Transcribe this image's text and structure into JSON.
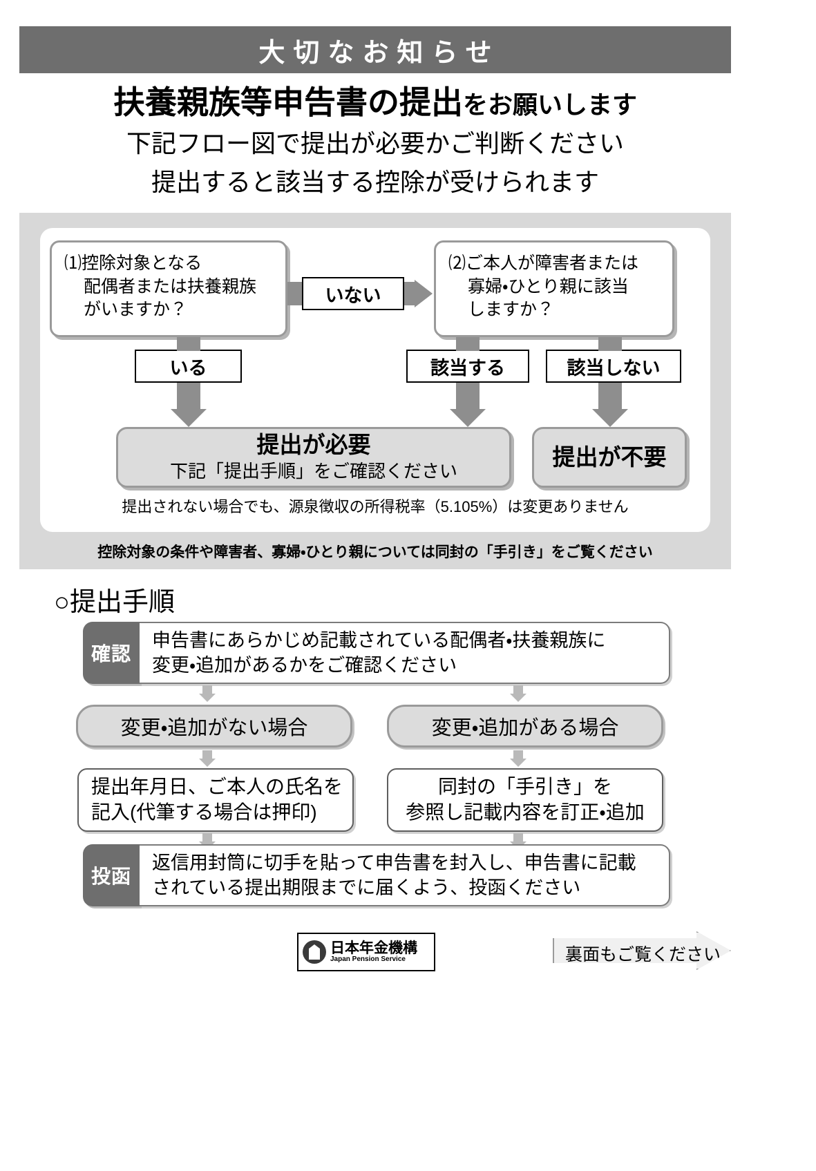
{
  "banner": {
    "text": "大切なお知らせ"
  },
  "title": {
    "main_strong": "扶養親族等申告書の提出",
    "main_tail": "をお願いします",
    "sub1": "下記フロー図で提出が必要かご判断ください",
    "sub2": "提出すると該当する控除が受けられます"
  },
  "flow": {
    "q1_line1": "⑴控除対象となる",
    "q1_line2": "配偶者または扶養親族",
    "q1_line3": "がいますか？",
    "q2_line1": "⑵ご本人が障害者または",
    "q2_line2": "寡婦・ひとり親に該当",
    "q2_line3": "しますか？",
    "label_inai": "いない",
    "label_iru": "いる",
    "label_gaito_suru": "該当する",
    "label_gaito_shinai": "該当しない",
    "result_need_title": "提出が必要",
    "result_need_sub": "下記「提出手順」をご確認ください",
    "result_not_need": "提出が不要",
    "note": "提出されない場合でも、源泉徴収の所得税率（5.105%）は変更ありません",
    "panel_footer": "控除対象の条件や障害者、寡婦・ひとり親については同封の「手引き」をご覧ください"
  },
  "procedure": {
    "heading": "○提出手順",
    "step_confirm_tag": "確認",
    "step_confirm_line1": "申告書にあらかじめ記載されている配偶者・扶養親族に",
    "step_confirm_line2": "変更・追加があるかをご確認ください",
    "branch_none": "変更・追加がない場合",
    "branch_some": "変更・追加がある場合",
    "act_left_line1": "提出年月日、ご本人の氏名を",
    "act_left_line2": "記入(代筆する場合は押印)",
    "act_right_line1": "同封の「手引き」を",
    "act_right_line2": "参照し記載内容を訂正・追加",
    "step_post_tag": "投函",
    "step_post_line1": "返信用封筒に切手を貼って申告書を封入し、申告書に記載",
    "step_post_line2": "されている提出期限までに届くよう、投函ください"
  },
  "footer": {
    "logo_jp": "日本年金機構",
    "logo_en": "Japan Pension Service",
    "backside": "裏面もご覧ください"
  },
  "colors": {
    "banner_bg": "#6e6e6e",
    "panel_bg": "#d8d8d8",
    "box_fill": "#dcdcdc",
    "arrow_gray": "#8e8e8e",
    "tag_gray": "#6e6e6e"
  }
}
